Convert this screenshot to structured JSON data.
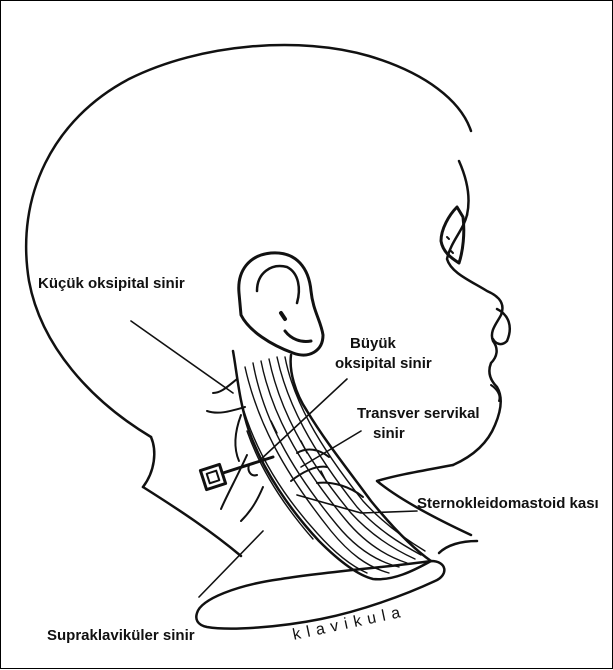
{
  "labels": {
    "kucuk_oksipital": "Küçük oksipital sinir",
    "buyuk_oksipital_line1": "Büyük",
    "buyuk_oksipital_line2": "oksipital sinir",
    "transver_line1": "Transver servikal",
    "transver_line2": "sinir",
    "sternokleidomastoid": "Sternokleidomastoid kası",
    "supraklavikuler": "Supraklaviküler sinir",
    "klavikula": "klavikula"
  },
  "colors": {
    "ink": "#111111",
    "background": "#ffffff"
  }
}
